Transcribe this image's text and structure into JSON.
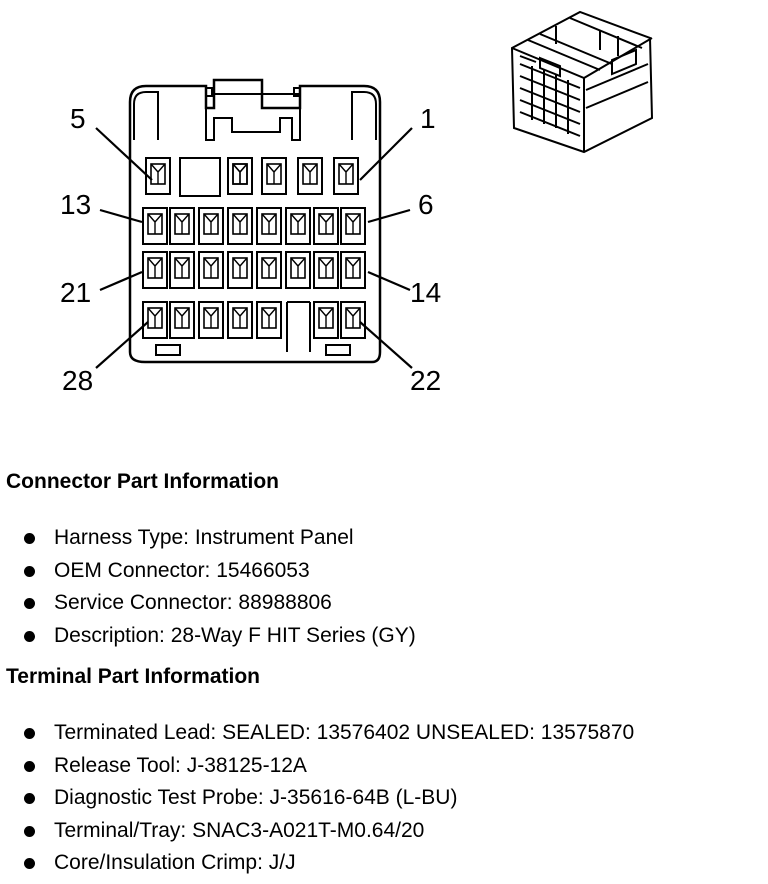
{
  "diagram": {
    "pin_labels": {
      "p5": "5",
      "p1": "1",
      "p13": "13",
      "p6": "6",
      "p21": "21",
      "p14": "14",
      "p28": "28",
      "p22": "22"
    }
  },
  "connector_section": {
    "heading": "Connector Part Information",
    "items": [
      "Harness Type: Instrument Panel",
      "OEM Connector: 15466053",
      "Service Connector: 88988806",
      "Description: 28-Way F HIT Series (GY)"
    ]
  },
  "terminal_section": {
    "heading": "Terminal Part Information",
    "items": [
      "Terminated Lead: SEALED: 13576402 UNSEALED: 13575870",
      "Release Tool: J-38125-12A",
      "Diagnostic Test Probe: J-35616-64B (L-BU)",
      "Terminal/Tray: SNAC3-A021T-M0.64/20",
      "Core/Insulation Crimp: J/J"
    ]
  }
}
